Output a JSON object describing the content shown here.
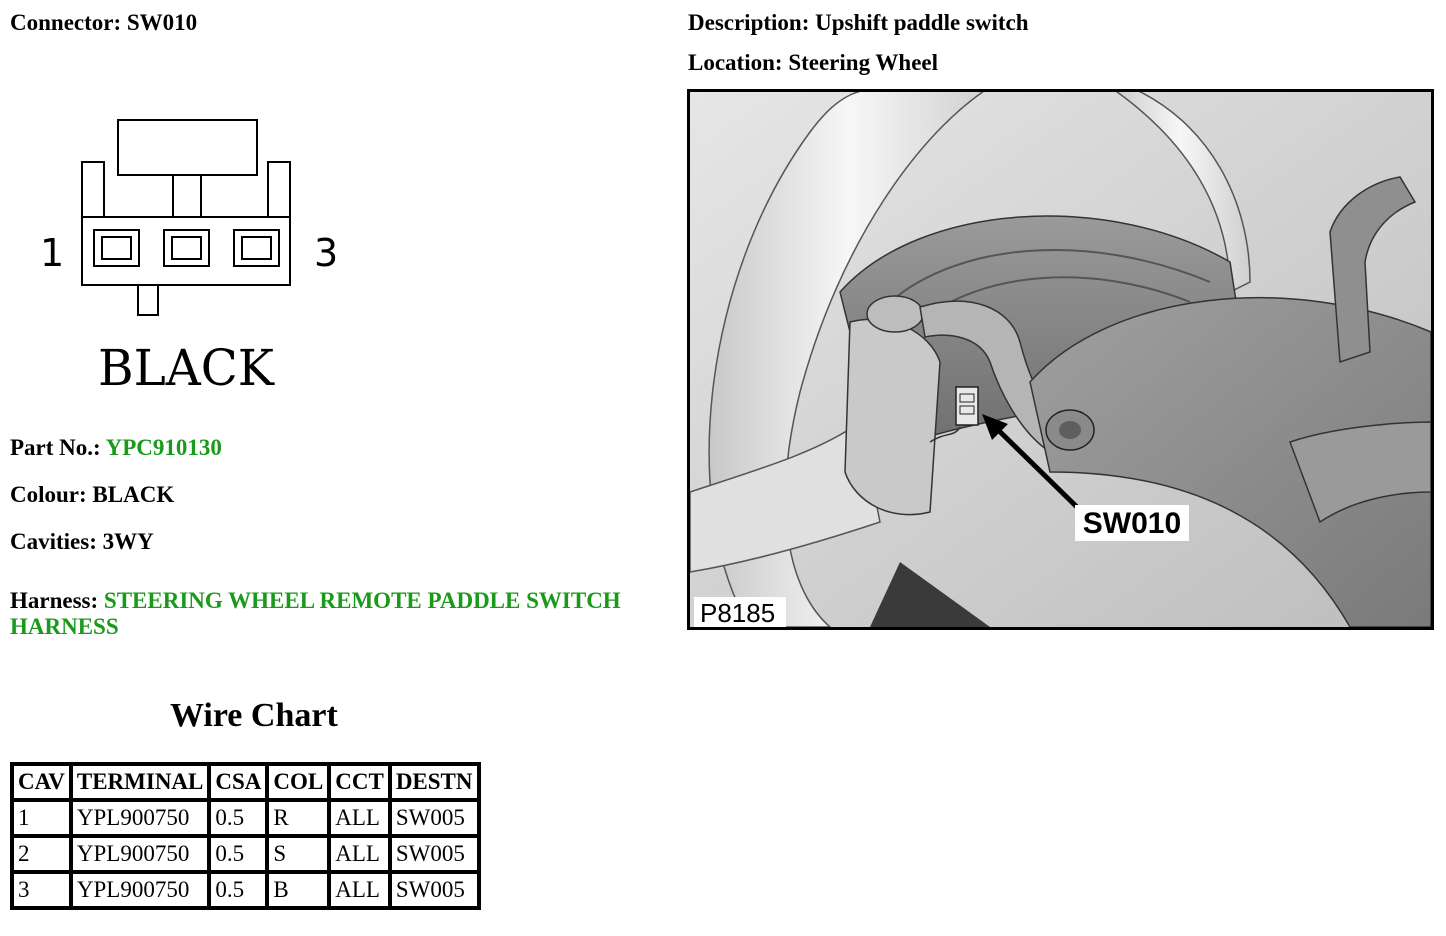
{
  "connector": {
    "label": "Connector:",
    "value": "SW010"
  },
  "description": {
    "label": "Description:",
    "value": "Upshift paddle switch"
  },
  "location": {
    "label": "Location:",
    "value": "Steering Wheel"
  },
  "diagram": {
    "pin_left": "1",
    "pin_right": "3",
    "colour_text": "BLACK"
  },
  "figure": {
    "callout": "SW010",
    "figure_id": "P8185"
  },
  "part_no": {
    "label": "Part No.:",
    "value": "YPC910130"
  },
  "colour": {
    "label": "Colour:",
    "value": "BLACK"
  },
  "cavities": {
    "label": "Cavities:",
    "value": "3WY"
  },
  "harness": {
    "label": "Harness:",
    "value": "STEERING WHEEL REMOTE PADDLE SWITCH HARNESS"
  },
  "wire_chart": {
    "title": "Wire Chart",
    "headers": [
      "CAV",
      "TERMINAL",
      "CSA",
      "COL",
      "CCT",
      "DESTN"
    ],
    "rows": [
      [
        "1",
        "YPL900750",
        "0.5",
        "R",
        "ALL",
        "SW005"
      ],
      [
        "2",
        "YPL900750",
        "0.5",
        "S",
        "ALL",
        "SW005"
      ],
      [
        "3",
        "YPL900750",
        "0.5",
        "B",
        "ALL",
        "SW005"
      ]
    ]
  },
  "colors": {
    "link_green": "#1a9a1a"
  }
}
